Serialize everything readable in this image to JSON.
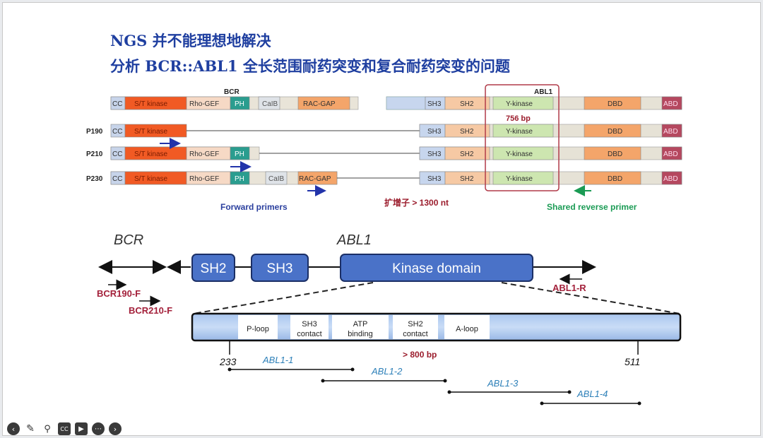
{
  "slide": {
    "title_line1": "NGS 并不能理想地解决",
    "title_line2": "分析 BCR::ABL1 全长范围耐药突变和复合耐药突变的问题"
  },
  "top_diagram": {
    "bcr_header": "BCR",
    "abl1_header": "ABL1",
    "bcr_domains": [
      "CC",
      "S/T kinase",
      "Rho-GEF",
      "PH",
      "CaIB",
      "RAC-GAP"
    ],
    "abl1_domains": [
      "SH3",
      "SH2",
      "Y-kinase",
      "DBD",
      "ABD"
    ],
    "isoforms": [
      "P190",
      "P210",
      "P230"
    ],
    "box_size_label": "756 bp",
    "forward_primers_label": "Forward primers",
    "amplicon_label": "扩增子 > 1300 nt",
    "reverse_primer_label": "Shared reverse primer"
  },
  "bottom_diagram": {
    "bcr_label": "BCR",
    "abl1_label": "ABL1",
    "sh2_label": "SH2",
    "sh3_label": "SH3",
    "kinase_label": "Kinase domain",
    "primer_bcr190": "BCR190-F",
    "primer_bcr210": "BCR210-F",
    "primer_abl1r": "ABL1-R",
    "subdomains": [
      "P-loop",
      "SH3 contact",
      "ATP binding",
      "SH2 contact",
      "A-loop"
    ],
    "start_pos": "233",
    "end_pos": "511",
    "size_label": "> 800 bp",
    "amplicons": [
      "ABL1-1",
      "ABL1-2",
      "ABL1-3",
      "ABL1-4"
    ]
  },
  "toolbar": {
    "icons": [
      "back-icon",
      "pen-icon",
      "zoom-icon",
      "caption-icon",
      "camera-icon",
      "more-icon",
      "forward-icon"
    ]
  }
}
